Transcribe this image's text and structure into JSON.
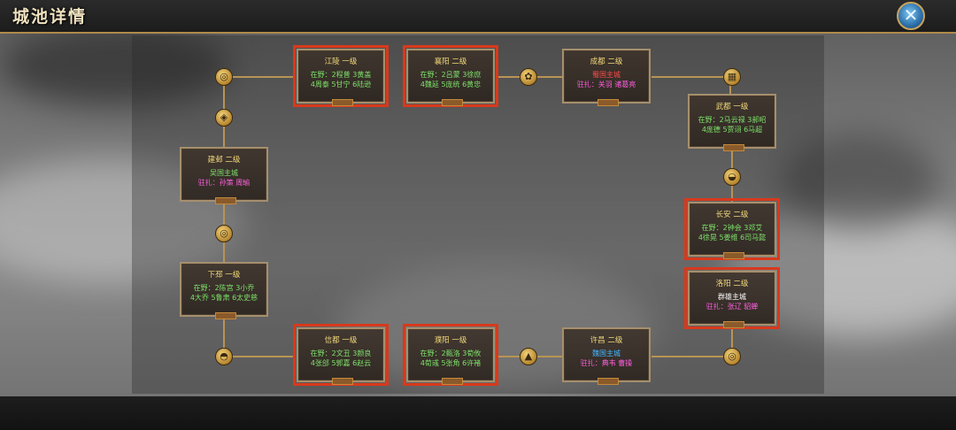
{
  "window": {
    "title": "城池详情"
  },
  "icons": {
    "close": "close-x-icon"
  },
  "cities": [
    {
      "id": "jiangling",
      "name": "江陵 一级",
      "lines": [
        {
          "text": "在野：2程普 3黄盖",
          "tone": "grn"
        },
        {
          "text": "4周泰 5甘宁 6陆逊",
          "tone": "grn"
        }
      ],
      "selected": true
    },
    {
      "id": "xiangyang",
      "name": "襄阳 二级",
      "lines": [
        {
          "text": "在野：2吕蒙 3徐庶",
          "tone": "grn"
        },
        {
          "text": "4魏延 5庞统 6黄忠",
          "tone": "grn"
        }
      ],
      "selected": true
    },
    {
      "id": "chengdu",
      "name": "成都 二级",
      "lines": [
        {
          "text": "蜀国主城",
          "tone": "red"
        },
        {
          "text": "驻扎：关羽 诸葛亮",
          "tone": "pink"
        }
      ],
      "selected": false
    },
    {
      "id": "wudu",
      "name": "武都 一级",
      "lines": [
        {
          "text": "在野：2马云禄 3郝昭",
          "tone": "grn"
        },
        {
          "text": "4庞德 5贾诩 6马超",
          "tone": "grn"
        }
      ],
      "selected": false
    },
    {
      "id": "jianye",
      "name": "建邺 二级",
      "lines": [
        {
          "text": "吴国主城",
          "tone": "grn"
        },
        {
          "text": "驻扎：孙策 周瑜",
          "tone": "pink"
        }
      ],
      "selected": false
    },
    {
      "id": "changan",
      "name": "长安 二级",
      "lines": [
        {
          "text": "在野：2钟会 3邓艾",
          "tone": "grn"
        },
        {
          "text": "4徐晃 5姜维 6司马懿",
          "tone": "grn"
        }
      ],
      "selected": true
    },
    {
      "id": "luoyang",
      "name": "洛阳 二级",
      "lines": [
        {
          "text": "群雄主城",
          "tone": "wht"
        },
        {
          "text": "驻扎：张辽 貂蝉",
          "tone": "pink"
        }
      ],
      "selected": true
    },
    {
      "id": "xiapi",
      "name": "下邳 一级",
      "lines": [
        {
          "text": "在野：2陈宫 3小乔",
          "tone": "grn"
        },
        {
          "text": "4大乔 5鲁肃 6太史慈",
          "tone": "grn"
        }
      ],
      "selected": false
    },
    {
      "id": "xindu",
      "name": "信都 一级",
      "lines": [
        {
          "text": "在野：2文丑 3颜良",
          "tone": "grn"
        },
        {
          "text": "4张郃 5郭嘉 6赵云",
          "tone": "grn"
        }
      ],
      "selected": true
    },
    {
      "id": "puyang",
      "name": "濮阳 一级",
      "lines": [
        {
          "text": "在野：2甄洛 3荀攸",
          "tone": "grn"
        },
        {
          "text": "4荀彧 5张角 6许褚",
          "tone": "grn"
        }
      ],
      "selected": true
    },
    {
      "id": "xuchang",
      "name": "许昌 二级",
      "lines": [
        {
          "text": "魏国主城",
          "tone": "blu"
        },
        {
          "text": "驻扎：典韦 曹操",
          "tone": "pink"
        }
      ],
      "selected": false
    }
  ],
  "nodes": [
    {
      "id": "n1",
      "icon": "spiral-icon",
      "glyph": "◎"
    },
    {
      "id": "n2",
      "icon": "square-knot-icon",
      "glyph": "◈"
    },
    {
      "id": "n3",
      "icon": "knot-icon",
      "glyph": "✿"
    },
    {
      "id": "n4",
      "icon": "spiral-icon",
      "glyph": "◎"
    },
    {
      "id": "n5",
      "icon": "grid-icon",
      "glyph": "▦"
    },
    {
      "id": "n6",
      "icon": "bowl-icon",
      "glyph": "◒"
    },
    {
      "id": "n7",
      "icon": "ship-icon",
      "glyph": "◓"
    },
    {
      "id": "n8",
      "icon": "hat-icon",
      "glyph": "▲"
    },
    {
      "id": "n9",
      "icon": "spiral-icon",
      "glyph": "◎"
    },
    {
      "id": "n10",
      "icon": "spiral-icon",
      "glyph": "◎"
    }
  ]
}
